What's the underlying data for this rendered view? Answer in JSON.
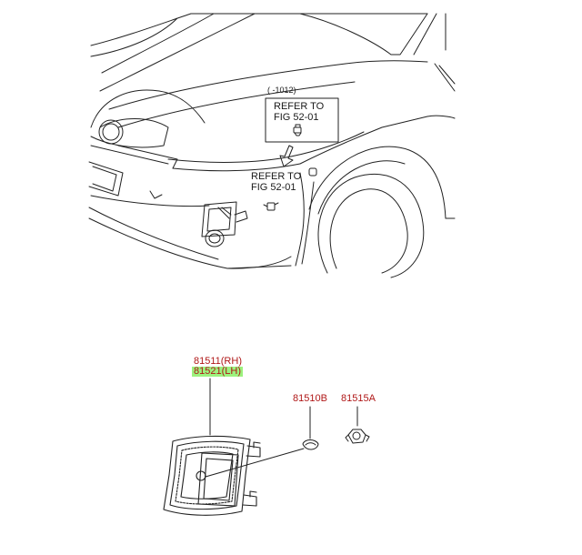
{
  "header_box": {
    "date_code": "(      -1012)",
    "refer_line1": "REFER TO",
    "refer_line2": "FIG 52-01"
  },
  "callout": {
    "refer_line1": "REFER TO",
    "refer_line2": "FIG 52-01"
  },
  "parts": [
    {
      "number": "81511(RH)",
      "highlight": false
    },
    {
      "number": "81521(LH)",
      "highlight": true
    },
    {
      "number": "81510B",
      "highlight": false
    },
    {
      "number": "81515A",
      "highlight": false
    }
  ],
  "colors": {
    "part_label": "#b01818",
    "highlight": "#9cf27e",
    "line": "#222222"
  }
}
